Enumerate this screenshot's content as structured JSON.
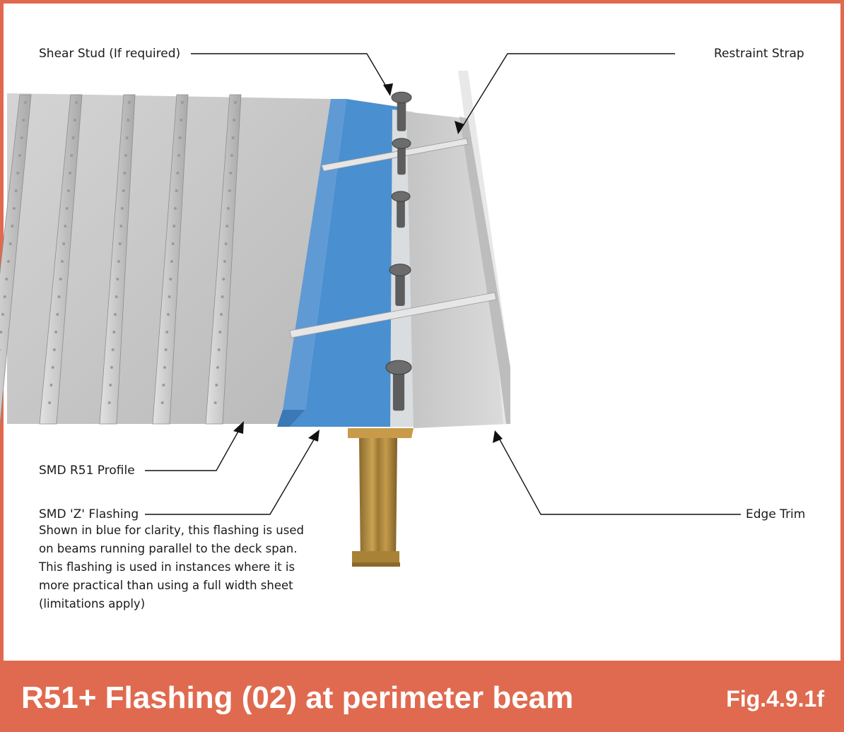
{
  "labels": {
    "shear_stud": "Shear Stud (If required)",
    "restraint_strap": "Restraint Strap",
    "r51_profile": "SMD R51 Profile",
    "z_flashing": "SMD 'Z' Flashing",
    "edge_trim": "Edge Trim"
  },
  "description": [
    "Shown in blue for clarity, this flashing is used",
    "on beams running parallel to the deck span.",
    "This flashing is used in instances where it is",
    "more practical than using a full width sheet",
    "(limitations apply)"
  ],
  "footer": {
    "title": "R51+ Flashing (02) at perimeter beam",
    "figure": "Fig.4.9.1f"
  },
  "colors": {
    "accent": "#e06a4f",
    "flashing_blue": "#4a8fd0",
    "deck_grey": "#c9c9c9",
    "beam_bronze": "#b08a3c"
  }
}
